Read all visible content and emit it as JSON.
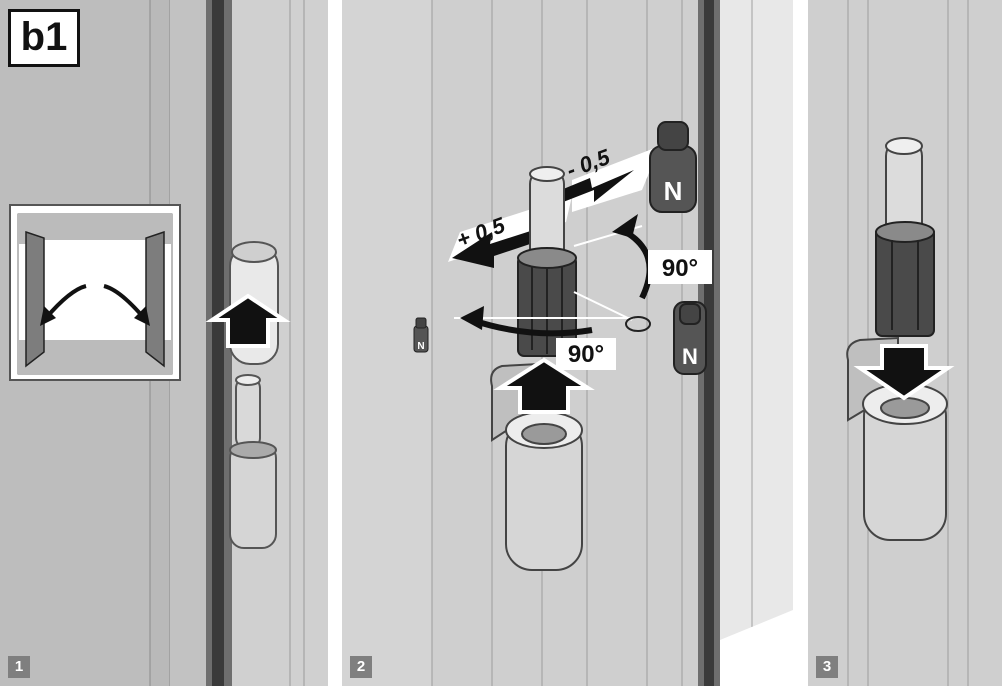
{
  "title": "b1",
  "steps": [
    {
      "number": "1"
    },
    {
      "number": "2"
    },
    {
      "number": "3"
    }
  ],
  "adjustments": {
    "plus": "+ 0,5",
    "minus": "- 0,5",
    "angle_right": "90°",
    "angle_bottom": "90°",
    "weight_letter": "N"
  },
  "colors": {
    "frame_gray": "#b5b5b5",
    "wall_gray": "#c8c8c8",
    "light_gray": "#e6e6e6",
    "dark_gray": "#555555",
    "black": "#111111"
  },
  "icons": [
    "double-door-icon",
    "up-arrow-icon",
    "down-arrow-icon",
    "weight-icon",
    "rotation-arrow-icon"
  ]
}
